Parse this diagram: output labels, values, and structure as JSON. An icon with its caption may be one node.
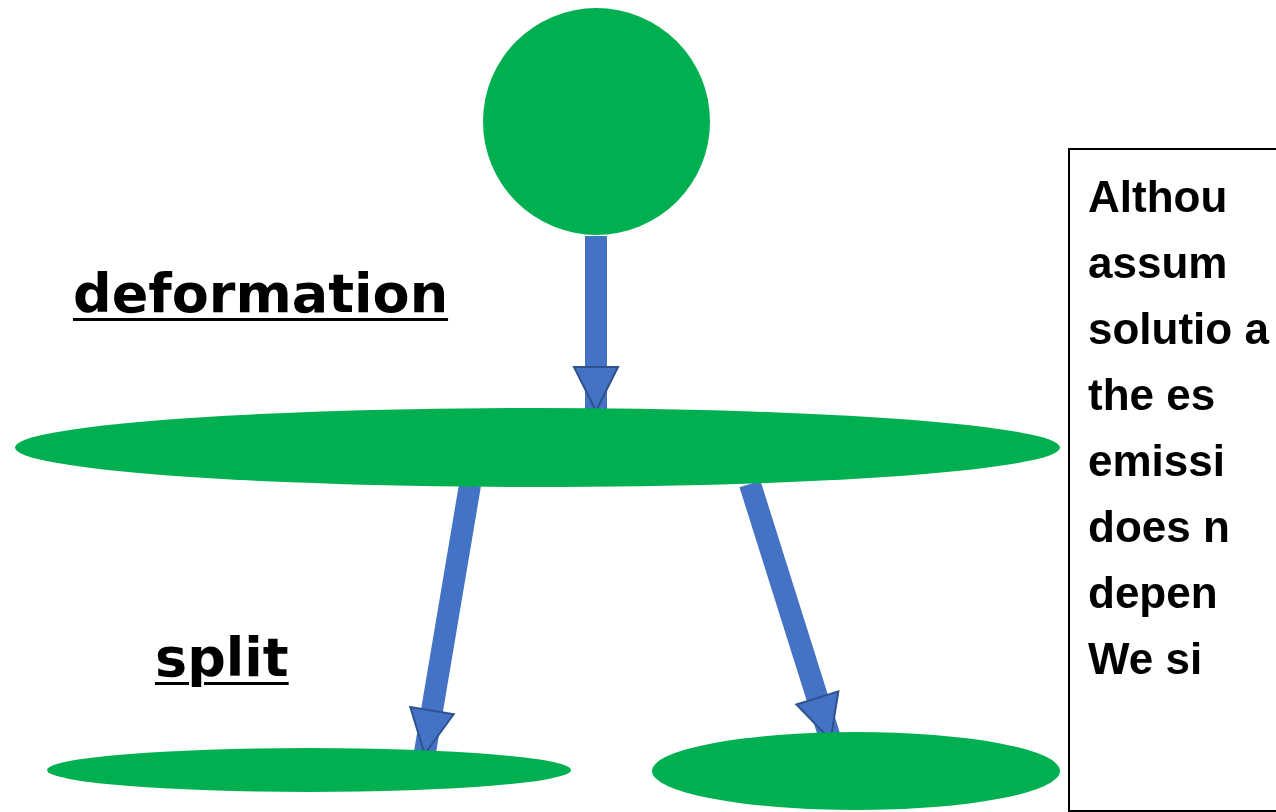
{
  "diagram": {
    "nodes": [
      {
        "text": [],
        "shape": "circle"
      },
      {
        "text": [],
        "shape": "ellipse"
      },
      {
        "text": [],
        "shape": "ellipse"
      },
      {
        "text": [],
        "shape": "ellipse"
      },
      {
        "text": [
          "Althou assum solutio a the es emissi does n depen We si"
        ]
      }
    ],
    "edges": [
      {
        "from": 0,
        "to": 1,
        "arrow": "to"
      },
      {
        "from": 1,
        "to": 2,
        "arrow": "to"
      },
      {
        "from": 1,
        "to": 3,
        "arrow": "to"
      }
    ],
    "labels": [
      "deformation",
      "split"
    ]
  }
}
